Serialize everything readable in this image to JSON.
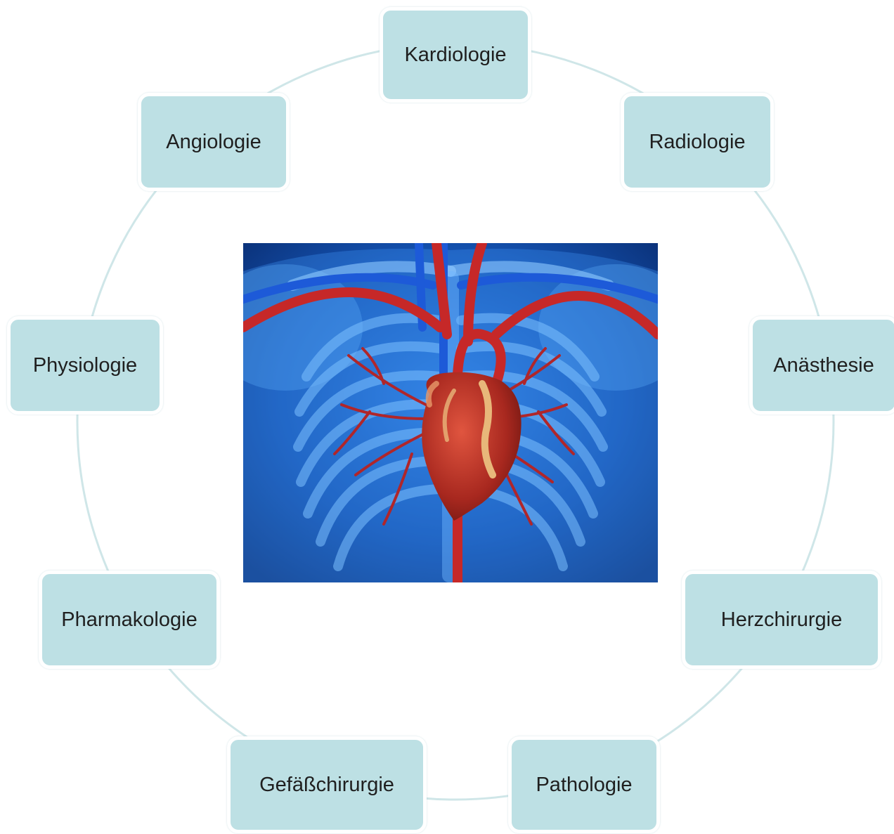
{
  "diagram": {
    "nodes": [
      {
        "id": "kardiologie",
        "label": "Kardiologie"
      },
      {
        "id": "radiologie",
        "label": "Radiologie"
      },
      {
        "id": "anaesthesie",
        "label": "Anästhesie"
      },
      {
        "id": "herzchirurgie",
        "label": "Herzchirurgie"
      },
      {
        "id": "pathologie",
        "label": "Pathologie"
      },
      {
        "id": "gefaesschirurgie",
        "label": "Gefäßchirurgie"
      },
      {
        "id": "pharmakologie",
        "label": "Pharmakologie"
      },
      {
        "id": "physiologie",
        "label": "Physiologie"
      },
      {
        "id": "angiologie",
        "label": "Angiologie"
      }
    ],
    "center_image": "human-heart-anatomy-illustration",
    "colors": {
      "node_fill": "#bde0e4",
      "ring_line": "#cfe6e8",
      "image_background": "#0a3f8c",
      "ribcage": "#4aa3f0",
      "artery": "#c62828",
      "vein": "#1f5fd6",
      "heart": "#b3322a"
    }
  }
}
